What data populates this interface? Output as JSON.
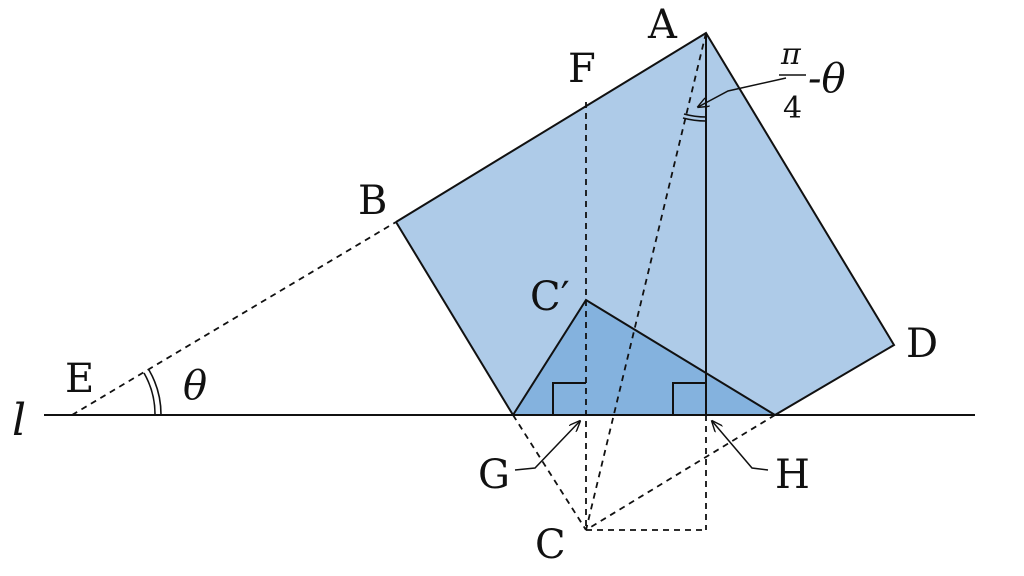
{
  "colors": {
    "square_fill": "#aecbe8",
    "triangle_fill": "#84b2de",
    "stroke": "#111111",
    "background": "#ffffff"
  },
  "labels": {
    "A": "A",
    "B": "B",
    "C": "C",
    "C_prime": "C′",
    "D": "D",
    "E": "E",
    "F": "F",
    "G": "G",
    "H": "H",
    "line_l": "l",
    "theta": "θ",
    "angle_pi": "π",
    "angle_4": "4",
    "angle_minus_theta": "-θ"
  }
}
